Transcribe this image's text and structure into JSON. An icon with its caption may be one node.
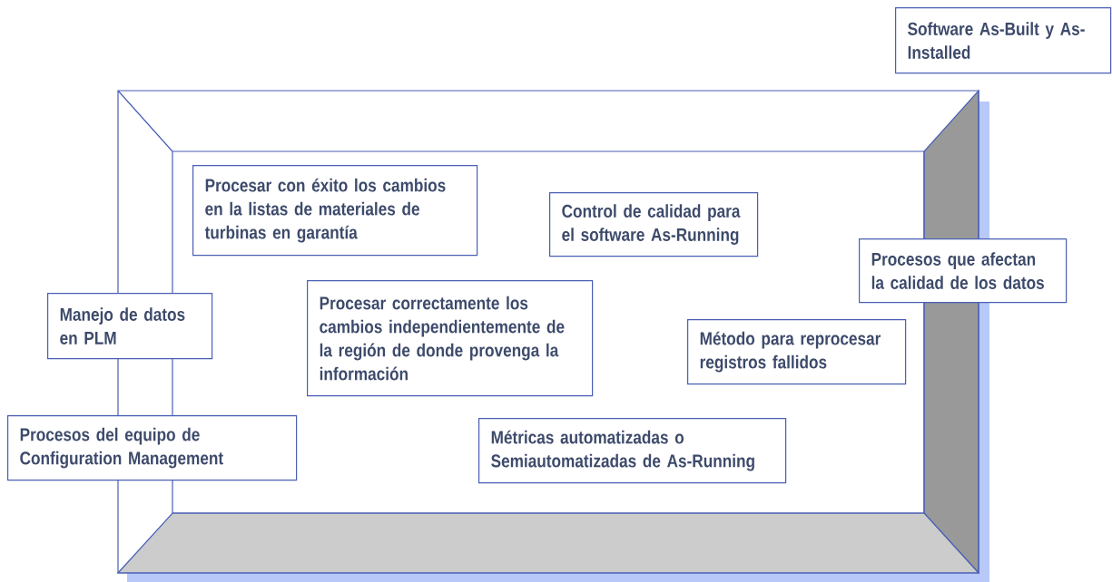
{
  "diagram": {
    "nodes": [
      {
        "text": [
          "Software As-Built y As-Installed"
        ]
      },
      {
        "text": [
          "Procesar con éxito los cambios en la listas de materiales de turbinas en garantía"
        ]
      },
      {
        "text": [
          "Control de calidad para el software As-Running"
        ]
      },
      {
        "text": [
          "Procesos que afectan la calidad de los datos"
        ]
      },
      {
        "text": [
          "Procesar correctamente los cambios independientemente de la región de donde provenga la información"
        ]
      },
      {
        "text": [
          "Manejo de datos en PLM"
        ]
      },
      {
        "text": [
          "Método para reprocesar registros fallidos"
        ]
      },
      {
        "text": [
          "Procesos del equipo de Configuration Management"
        ]
      },
      {
        "text": [
          "Métricas automatizadas o Semiautomatizadas de As-Running"
        ]
      }
    ]
  }
}
